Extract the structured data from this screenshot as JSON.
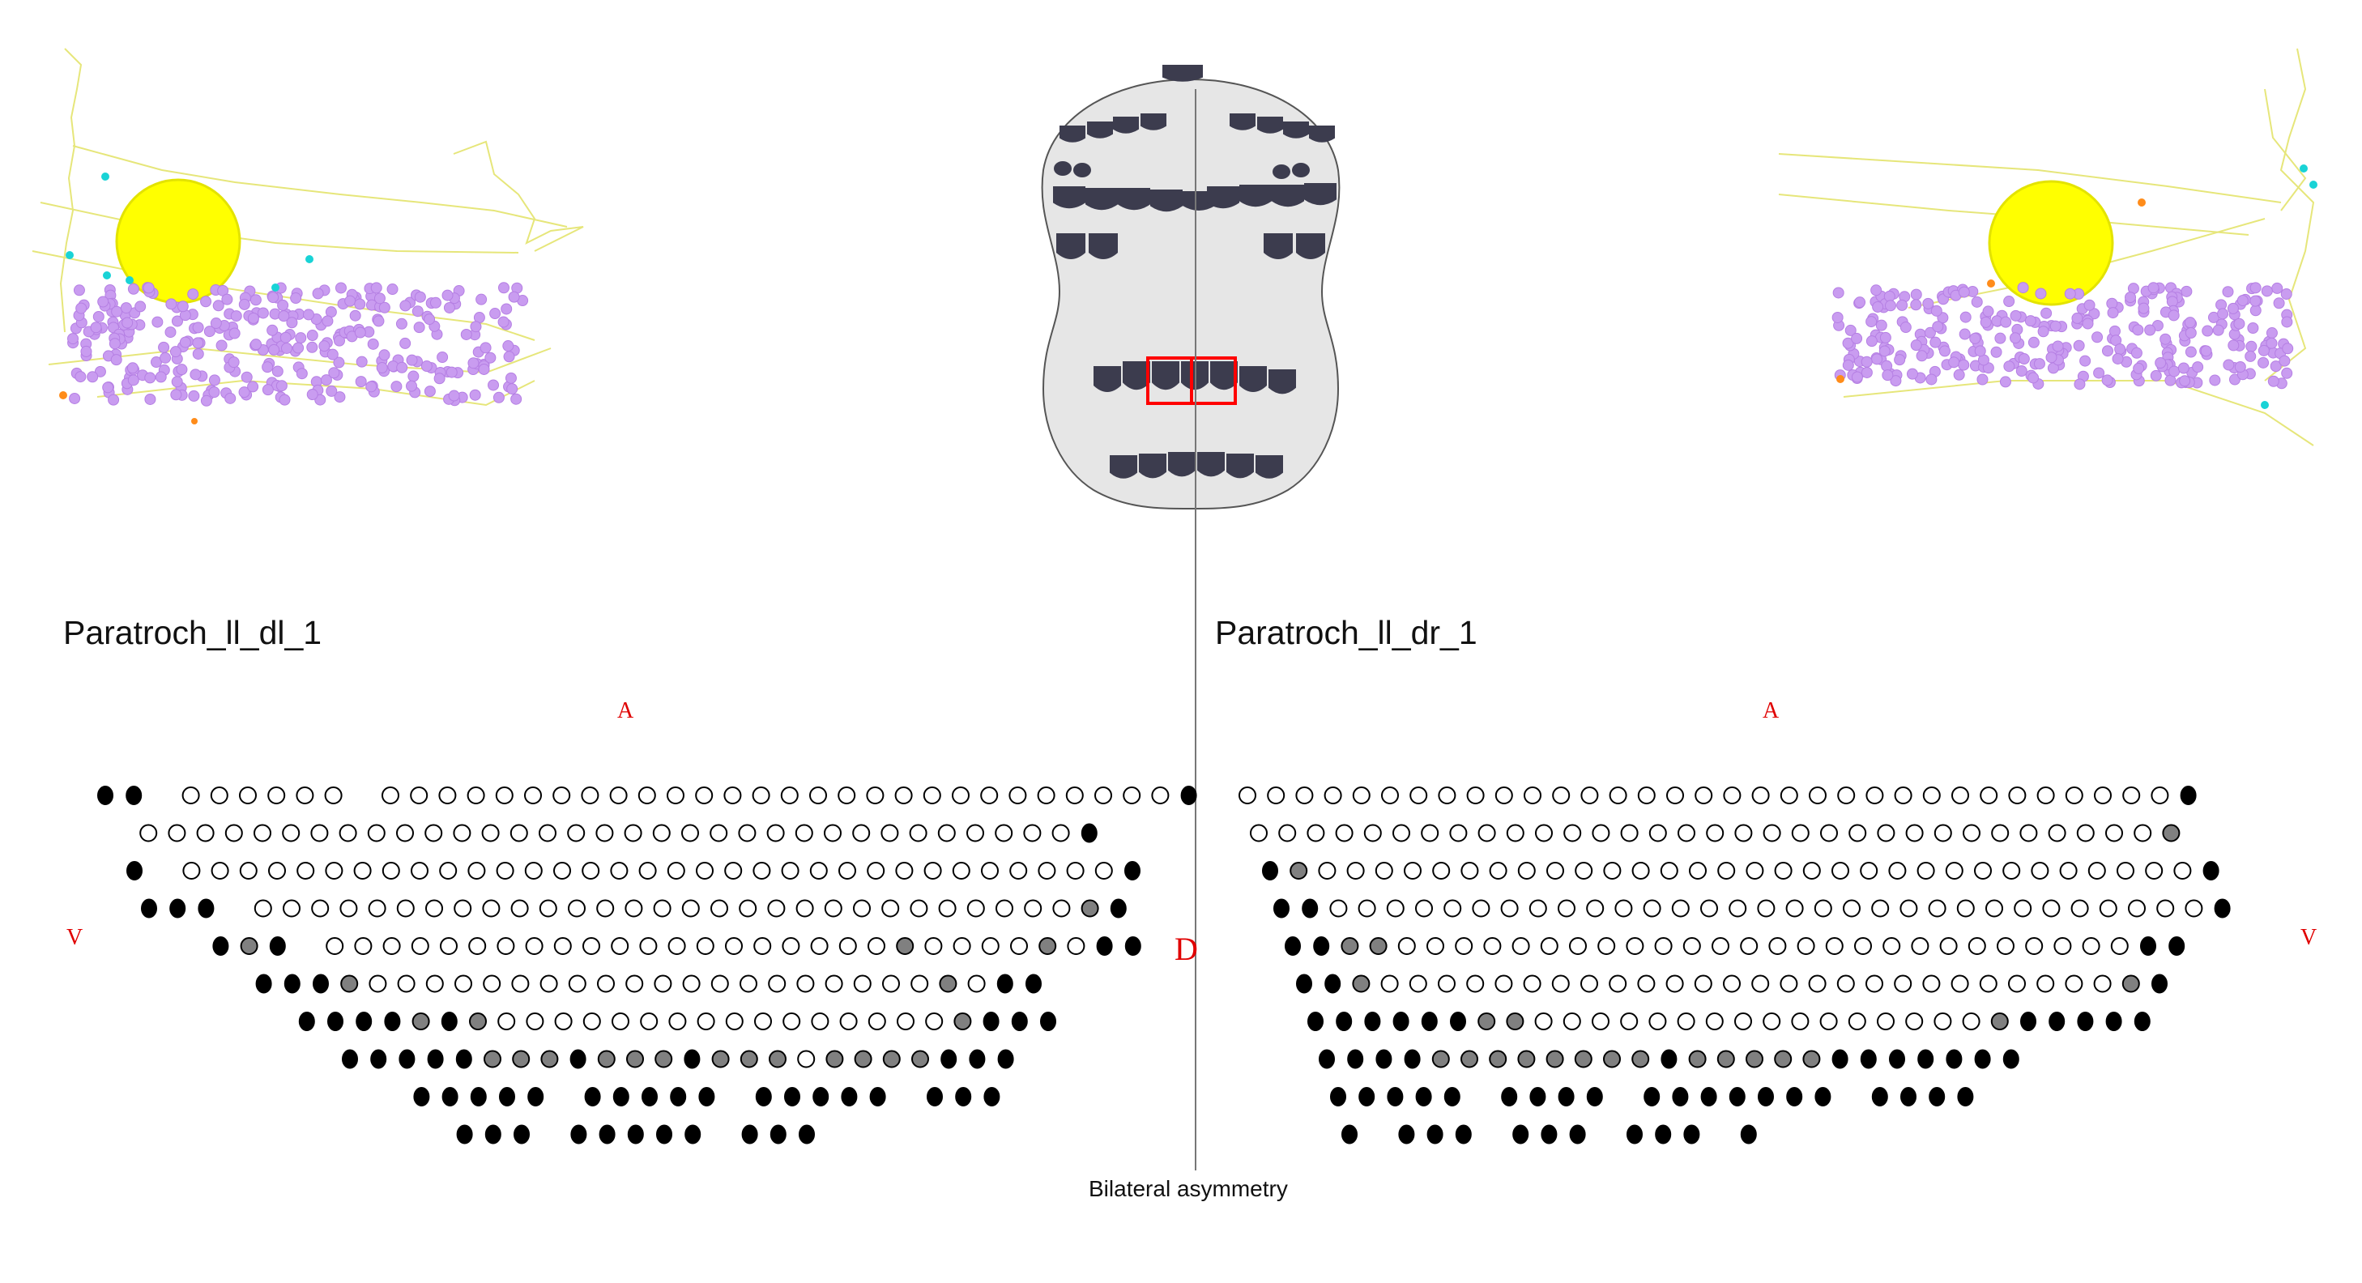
{
  "figure": {
    "caption": "Bilateral asymmetry",
    "midline_label": "D",
    "colors": {
      "cell_body": "#ffff00",
      "cilia_markers": "#c99cf0",
      "neurite": "#e6e67a",
      "accent_dot": "#19d3d6",
      "orange_dot": "#ff8c1a",
      "highlight_box": "#ff0000",
      "label_red": "#e00000",
      "larva_fill": "#e6e6e6",
      "cilia_fill": "#3c3c4e",
      "filled_dot": "#000000",
      "gray_dot": "#808080",
      "open_dot": "#ffffff"
    }
  },
  "panels": {
    "left": {
      "title": "Paratroch_ll_dl_1",
      "label_top": "A",
      "label_side": "V"
    },
    "right": {
      "title": "Paratroch_ll_dr_1",
      "label_top": "A",
      "label_side": "V"
    }
  },
  "schematic": {
    "left_rows": [
      "ff oooooo oooooooooooooooooooooooooooof",
      " ooooooooooooooooooooooooooooooooof",
      "f ooooooooooooooooooooooooooooooooof",
      "fff ooooooooooooooooooooooooooooogf",
      "  fgf oooooooooooooooooooogoooogoff",
      "   fffgoooooooooooooooooooogoff",
      "    ffffgfgoooooooooooooooogfff",
      "     fffffgggfgggfgggoggggfff",
      "       fffff fffff fffff fff",
      "        fff fffff fff"
    ],
    "right_rows": [
      "ooooooooooooooooooooooooooooooooof",
      "oooooooooooooooooooooooooooooooog",
      "fgooooooooooooooooooooooooooooooof",
      "ffooooooooooooooooooooooooooooooof",
      "ffggooooooooooooooooooooooooooff",
      "ffgoooooooooooooooooooooooooogf",
      "ffffffggoooooooooooooooogfffff",
      "ffffggggggggfgggggfffffff",
      "fffff ffff fffffff ffff",
      "f fff fff fff f"
    ]
  }
}
